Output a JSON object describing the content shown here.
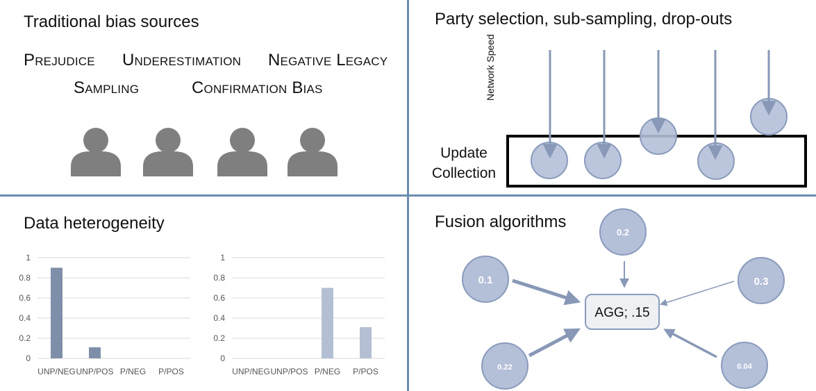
{
  "quadrants": {
    "tl": {
      "title": "Traditional bias sources",
      "biases": [
        "Prejudice",
        "Underestimation",
        "Negative Legacy",
        "Sampling",
        "Confirmation Bias"
      ],
      "person_icon_count": 4
    },
    "tr": {
      "title": "Party selection, sub-sampling, drop-outs",
      "update_label_line1": "Update",
      "update_label_line2": "Collection",
      "network_label": "Network Speed"
    },
    "bl": {
      "title": "Data heterogeneity"
    },
    "br": {
      "title": "Fusion algorithms",
      "center_label": "AGG; .15",
      "nodes": [
        "0.1",
        "0.2",
        "0.3",
        "0.22",
        "0.04"
      ]
    }
  },
  "colors": {
    "divider": "#6a8bb0",
    "person": "#7f7f7f",
    "bar_dark": "#7f8fa9",
    "bar_light": "#b4bfd4",
    "circle_fill": "#b4bfd8",
    "circle_stroke": "#8a9bbc",
    "arrow": "#8898b6"
  },
  "chart_data": [
    {
      "type": "bar",
      "categories": [
        "UNP/NEG",
        "UNP/POS",
        "P/NEG",
        "P/POS"
      ],
      "values": [
        0.9,
        0.11,
        0,
        0
      ],
      "ylim": [
        0,
        1
      ],
      "yticks": [
        "0",
        "0.2",
        "0.4",
        "0.6",
        "0.8",
        "1"
      ],
      "grid": true,
      "color": "#7f8fa9"
    },
    {
      "type": "bar",
      "categories": [
        "UNP/NEG",
        "UNP/POS",
        "P/NEG",
        "P/POS"
      ],
      "values": [
        0,
        0,
        0.7,
        0.31
      ],
      "ylim": [
        0,
        1
      ],
      "yticks": [
        "0",
        "0.2",
        "0.4",
        "0.6",
        "0.8",
        "1"
      ],
      "grid": true,
      "color": "#b4bfd4"
    }
  ]
}
